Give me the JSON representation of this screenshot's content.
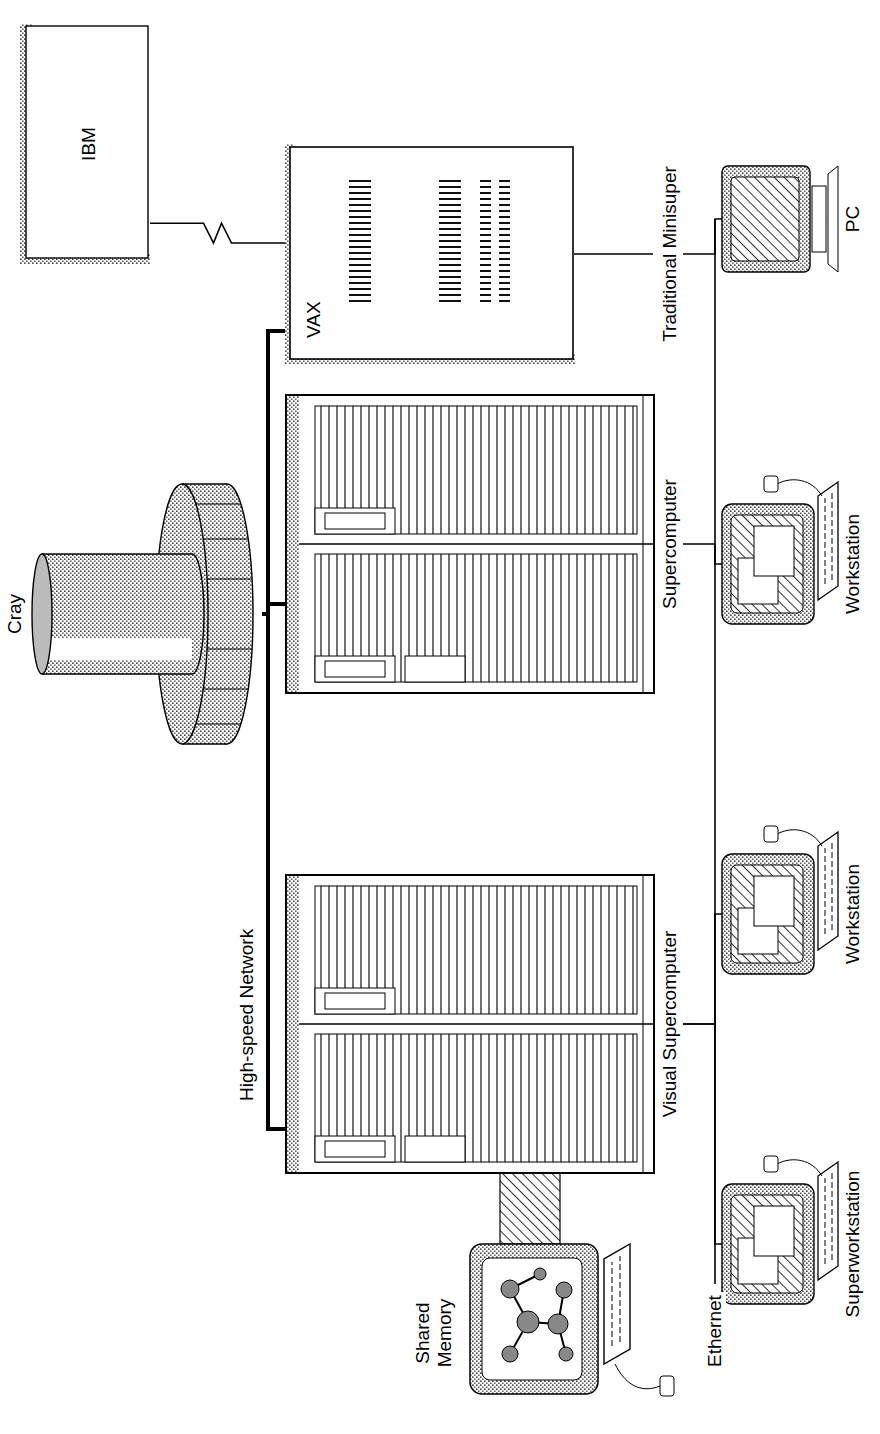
{
  "diagram": {
    "nodes": [
      {
        "text": [
          "Cray"
        ]
      },
      {
        "text": [
          "IBM"
        ]
      },
      {
        "text": [
          "Visual Supercomputer"
        ]
      },
      {
        "text": [
          "Supercomputer"
        ]
      },
      {
        "text": [
          "VAX",
          "Traditional Minisuper"
        ]
      },
      {
        "text": [
          "Superworkstation"
        ]
      },
      {
        "text": [
          "Workstation"
        ]
      },
      {
        "text": [
          "Workstation"
        ]
      },
      {
        "text": [
          "PC"
        ]
      }
    ],
    "edges": [
      {
        "from": 2,
        "to": 0,
        "arrow": "none"
      },
      {
        "from": 0,
        "to": 3,
        "arrow": "none"
      },
      {
        "from": 0,
        "to": 4,
        "arrow": "none"
      },
      {
        "from": 4,
        "to": 1,
        "arrow": "none"
      },
      {
        "from": 2,
        "to": 5,
        "arrow": "none"
      },
      {
        "from": 2,
        "to": 6,
        "arrow": "none"
      },
      {
        "from": 3,
        "to": 7,
        "arrow": "none"
      },
      {
        "from": 4,
        "to": 8,
        "arrow": "none"
      }
    ],
    "labels": [
      "High-speed Network",
      "Shared Memory",
      "Ethernet"
    ]
  }
}
